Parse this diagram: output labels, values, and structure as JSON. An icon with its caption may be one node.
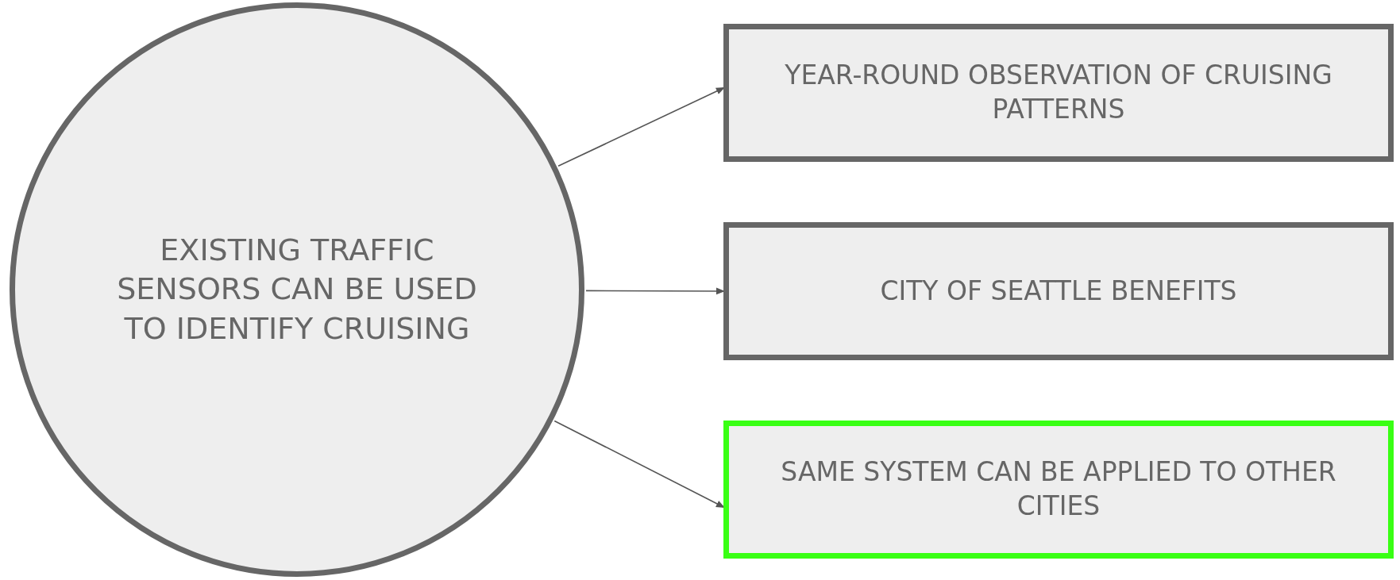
{
  "diagram": {
    "nodes": [
      {
        "text": [
          "EXISTING TRAFFIC SENSORS CAN BE USED TO IDENTIFY CRUISING"
        ]
      },
      {
        "text": [
          "YEAR-ROUND OBSERVATION OF CRUISING PATTERNS"
        ]
      },
      {
        "text": [
          "CITY OF SEATTLE BENEFITS"
        ]
      },
      {
        "text": [
          "SAME SYSTEM CAN BE APPLIED TO OTHER CITIES"
        ]
      }
    ],
    "edges": [
      {
        "from": 0,
        "to": 1,
        "arrow": "to"
      },
      {
        "from": 0,
        "to": 2,
        "arrow": "to"
      },
      {
        "from": 0,
        "to": 3,
        "arrow": "to"
      }
    ]
  }
}
